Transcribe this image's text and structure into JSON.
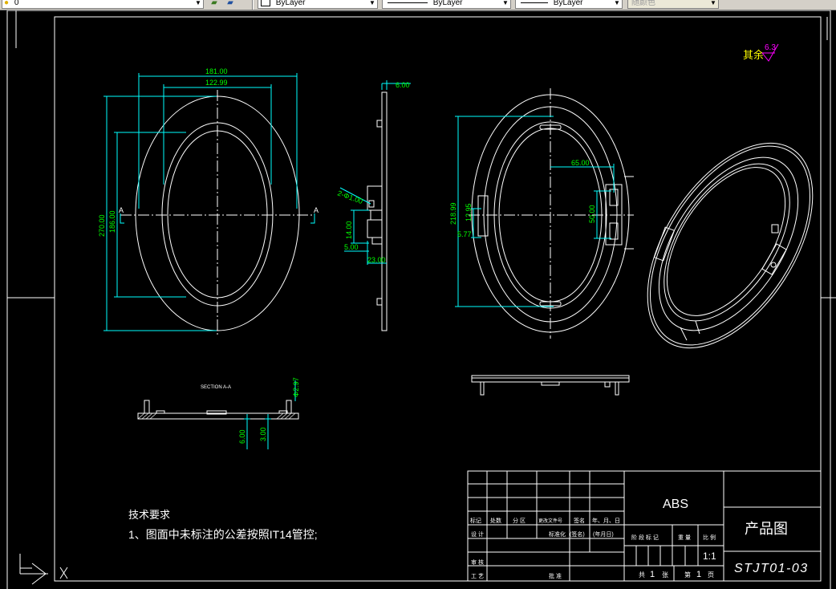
{
  "toolbar": {
    "layer_value": "0",
    "color_value": "ByLayer",
    "linetype_value": "ByLayer",
    "lineweight_value": "ByLayer",
    "plotstyle_value": "随颜色"
  },
  "roughness": {
    "label": "其余",
    "value": "6.3"
  },
  "front_view": {
    "dims": [
      "181.00",
      "122.99",
      "270.00",
      "186.00"
    ],
    "section_letter": "A"
  },
  "side_view": {
    "dims": [
      "6.00",
      "2-Φ1.00",
      "14.00",
      "5.00",
      "23.00"
    ]
  },
  "back_view": {
    "dims": [
      "65.00",
      "50.00",
      "218.99",
      "5.77"
    ]
  },
  "section_view": {
    "title": "SECTION A-A",
    "dims": [
      "Φ2.97",
      "6.00",
      "3.00"
    ]
  },
  "notes": {
    "heading": "技术要求",
    "item1": "1、图面中未标注的公差按照IT14管控;"
  },
  "title_block": {
    "material": "ABS",
    "drawing_title": "产品图",
    "drawing_number": "STJT01-03",
    "scale": "1:1",
    "header_row": [
      "标记",
      "处数",
      "分 区",
      "更改文件号",
      "签名",
      "年、月、日"
    ],
    "design_row": [
      "设 计",
      "标准化",
      "(签名)",
      "(年月日)"
    ],
    "stage_header": [
      "阶 段 标 记",
      "重 量",
      "比 例"
    ],
    "review": "审 核",
    "process": "工 艺",
    "approve": "批 准",
    "sheet_total_label": "共",
    "sheet_total": "1",
    "sheet_unit": "张",
    "sheet_no_label": "第",
    "sheet_no": "1",
    "sheet_no_unit": "页"
  },
  "ucs_icon": "ucs-axis-icon",
  "colors": {
    "background": "#000000",
    "geometry": "#ffffff",
    "dimension": "#00ffff",
    "dimension_text": "#00ff00",
    "roughness_text": "#ffff00",
    "roughness_value": "#ff00ff"
  }
}
